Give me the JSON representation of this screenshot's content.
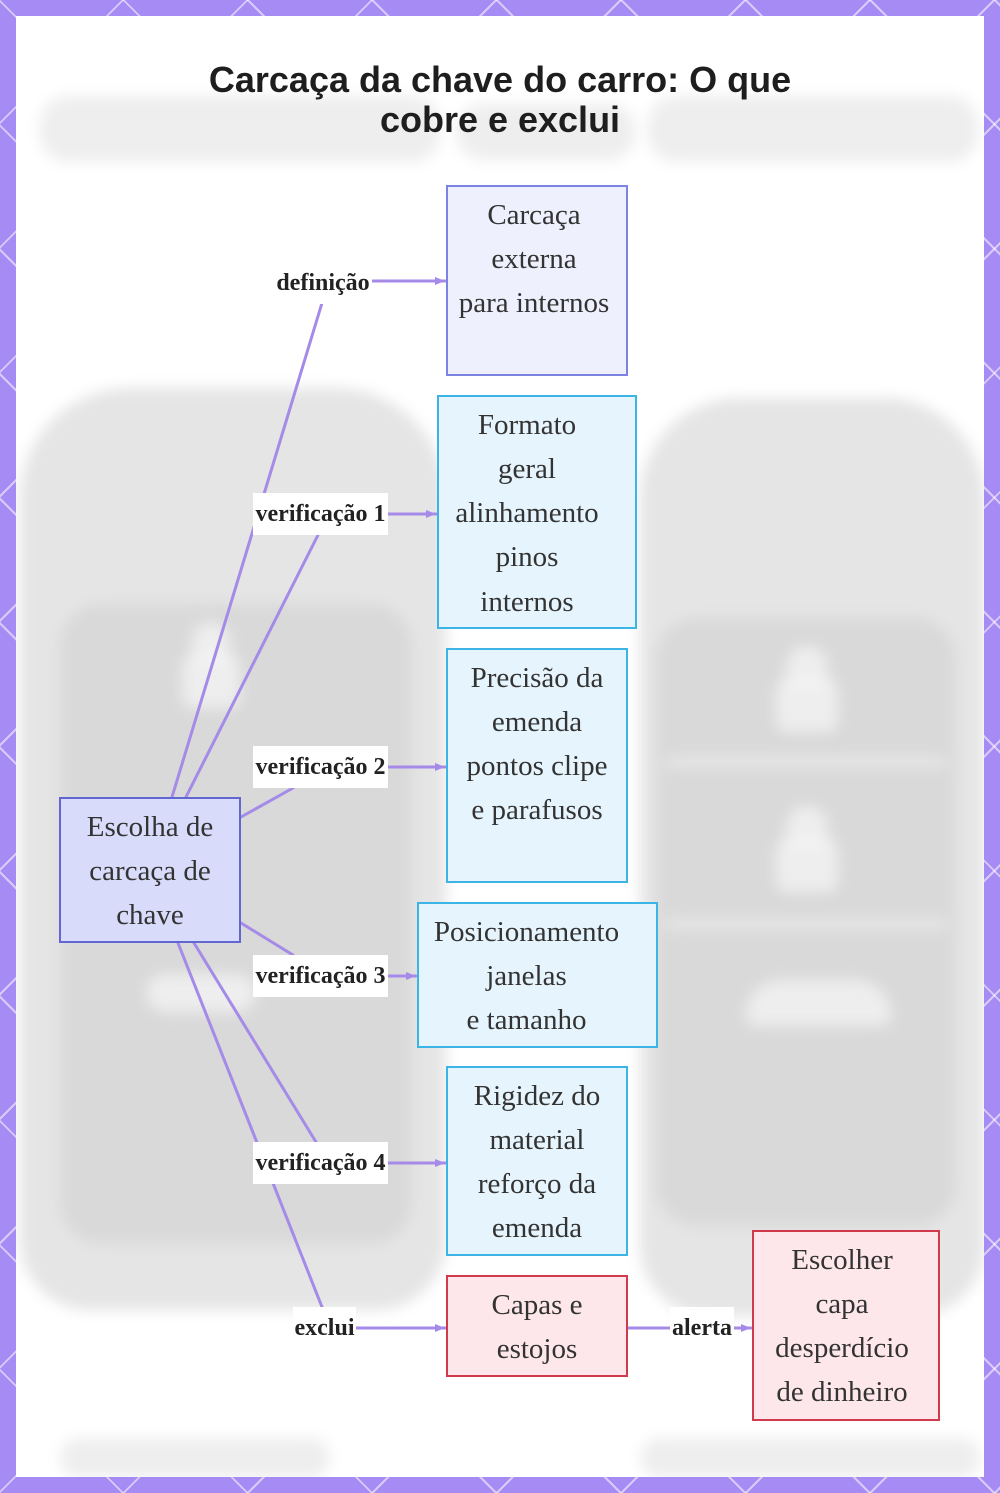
{
  "title": "Carcaça da chave do carro: O que cobre e exclui",
  "diagram": {
    "nodes": [
      {
        "lines": [
          "Escolha de",
          "carcaça de",
          "chave"
        ]
      },
      {
        "lines": [
          "Carcaça",
          "externa",
          "para internos"
        ]
      },
      {
        "lines": [
          "Formato",
          "geral",
          "alinhamento",
          "pinos",
          "internos"
        ]
      },
      {
        "lines": [
          "Precisão da",
          "emenda",
          "pontos clipe",
          "e parafusos"
        ]
      },
      {
        "lines": [
          "Posicionamento",
          "janelas",
          "e tamanho"
        ]
      },
      {
        "lines": [
          "Rigidez do",
          "material",
          "reforço da",
          "emenda"
        ]
      },
      {
        "lines": [
          "Capas e",
          "estojos"
        ]
      },
      {
        "lines": [
          "Escolher",
          "capa",
          "desperdício",
          "de dinheiro"
        ]
      }
    ],
    "edges": [
      {
        "from": 0,
        "to": 1,
        "label": "definição"
      },
      {
        "from": 0,
        "to": 2,
        "label": "verificação 1"
      },
      {
        "from": 0,
        "to": 3,
        "label": "verificação 2"
      },
      {
        "from": 0,
        "to": 4,
        "label": "verificação 3"
      },
      {
        "from": 0,
        "to": 5,
        "label": "verificação 4"
      },
      {
        "from": 0,
        "to": 6,
        "label": "exclui"
      },
      {
        "from": 6,
        "to": 7,
        "label": "alerta"
      }
    ]
  },
  "colors": {
    "frame": "#a78bf4",
    "edge": "#a58ae8",
    "root_fill": "#d8dbfa",
    "root_border": "#6266d1",
    "definition_fill": "#eef0fd",
    "definition_border": "#7c83e2",
    "check_fill": "#e6f4fd",
    "check_border": "#3db4e6",
    "exclude_fill": "#fde7eb",
    "exclude_border": "#d03a4c"
  }
}
